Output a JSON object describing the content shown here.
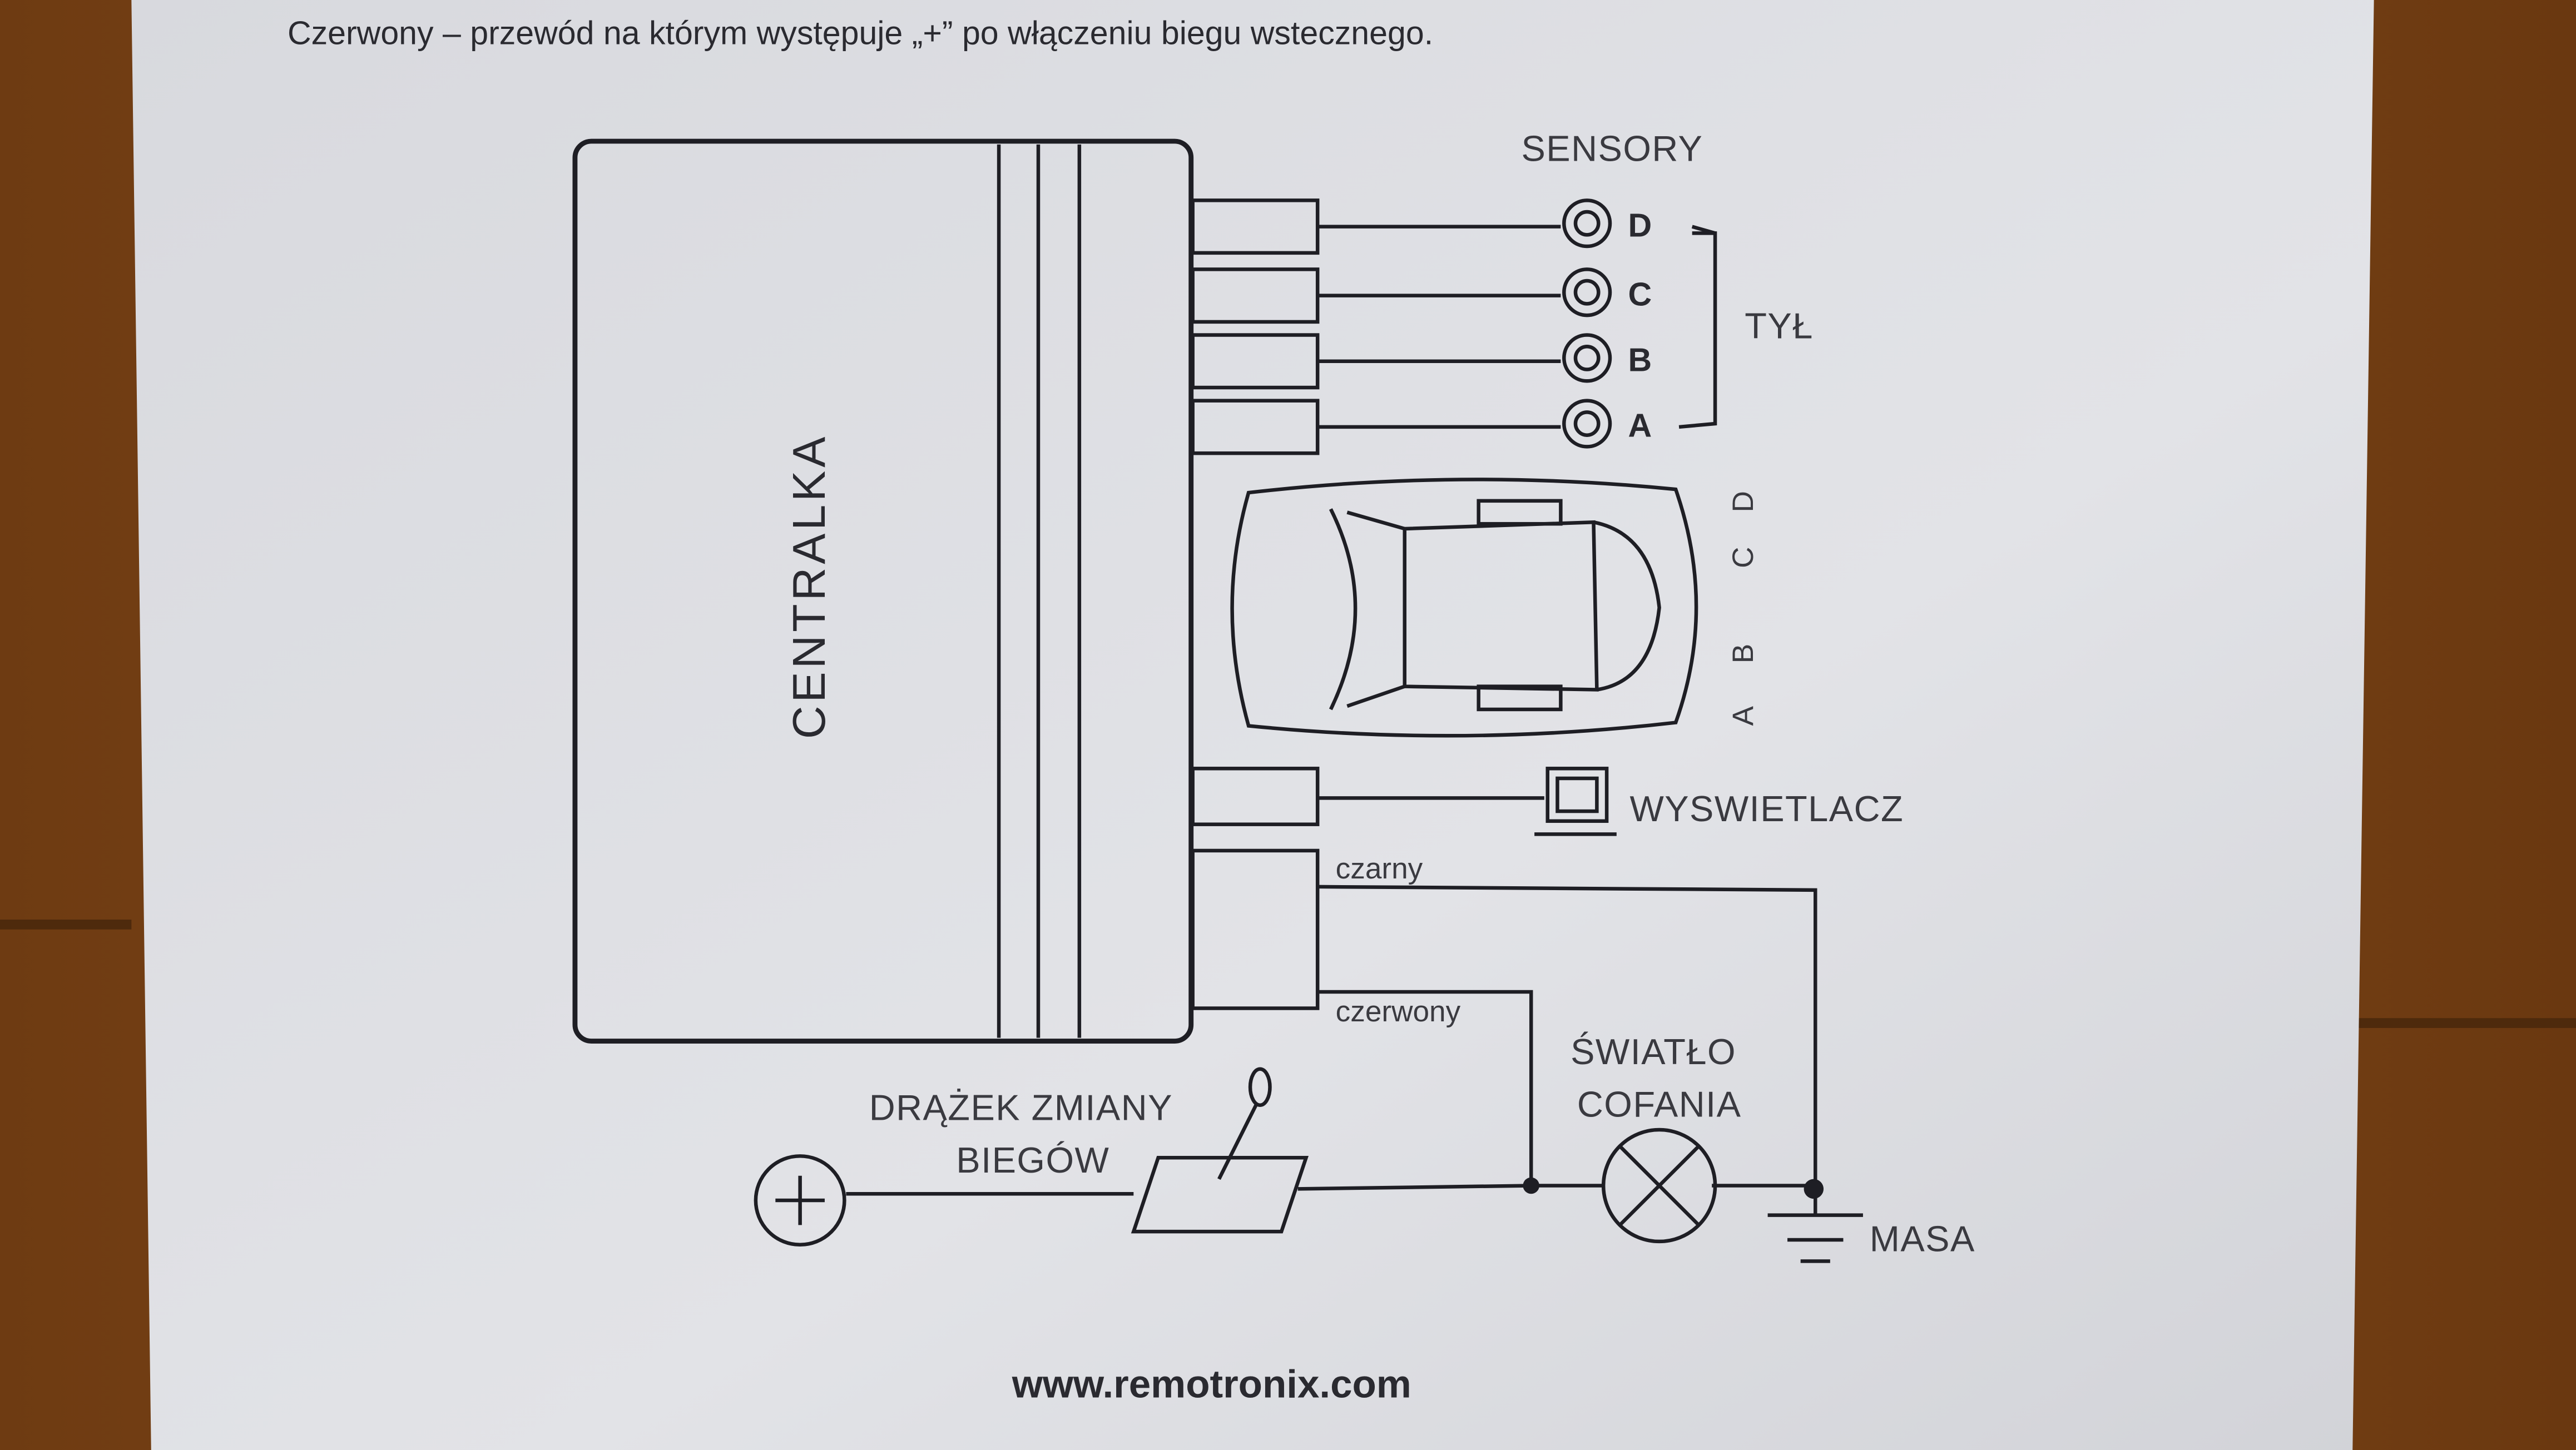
{
  "header_note": "Czerwony – przewód na którym występuje „+” po włączeniu  biegu wstecznego.",
  "control_unit_label": "CENTRALKA",
  "sensors": {
    "title": "SENSORY",
    "items": [
      "D",
      "C",
      "B",
      "A"
    ],
    "group_label": "TYŁ"
  },
  "car_side_labels": [
    "A",
    "B",
    "C",
    "D"
  ],
  "display_label": "WYSWIETLACZ",
  "wires": {
    "black": "czarny",
    "red": "czerwony"
  },
  "reverse_light": {
    "line1": "ŚWIATŁO",
    "line2": "COFANIA"
  },
  "gear_lever": {
    "line1": "DRĄŻEK ZMIANY",
    "line2": "BIEGÓW"
  },
  "ground_label": "MASA",
  "footer_url": "www.remotronix.com",
  "colors": {
    "paper": "#dcdde2",
    "ink": "#1e1e24",
    "wood": "#7a4516"
  }
}
